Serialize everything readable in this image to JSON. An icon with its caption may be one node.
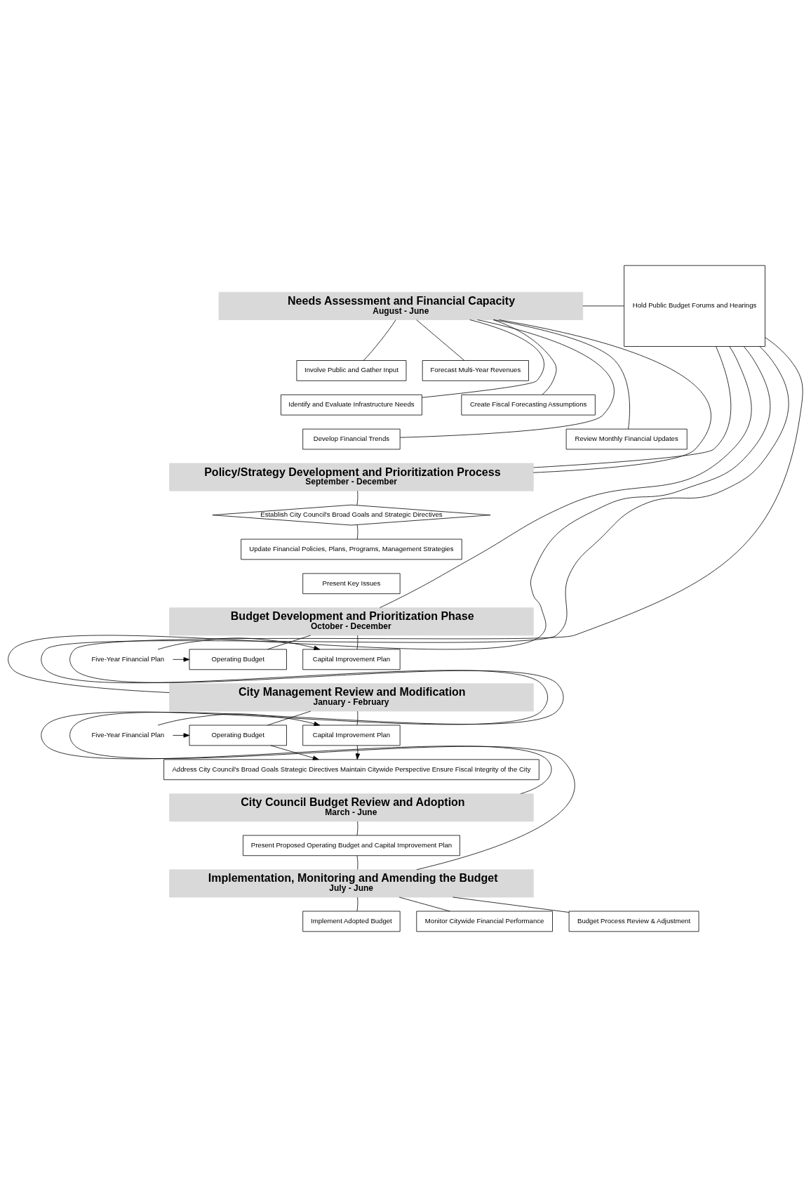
{
  "diagram": {
    "nodes": [
      {
        "text": [
          "Needs Assessment and Financial Capacity",
          "August - June"
        ]
      },
      {
        "text": [
          "Involve Public and Gather Input"
        ]
      },
      {
        "text": [
          "Forecast Multi-Year Revenues"
        ]
      },
      {
        "text": [
          "Identify and Evaluate Infrastructure Needs"
        ]
      },
      {
        "text": [
          "Create Fiscal Forecasting Assumptions"
        ]
      },
      {
        "text": [
          "Develop Financial Trends"
        ]
      },
      {
        "text": [
          "Review Monthly Financial Updates"
        ]
      },
      {
        "text": [
          "Policy/Strategy Development and Prioritization Process",
          "September - December"
        ]
      },
      {
        "text": [
          "Establish City Council's Broad Goals and Strategic Directives"
        ]
      },
      {
        "text": [
          "Update Financial Policies, Plans, Programs, Management Strategies"
        ]
      },
      {
        "text": [
          "Present Key Issues"
        ]
      },
      {
        "text": [
          "Budget Development and Prioritization Phase",
          "October - December"
        ]
      },
      {
        "text": [
          "Capital Improvement Plan"
        ]
      },
      {
        "text": [
          "Five-Year Financial Plan"
        ]
      },
      {
        "text": [
          "Operating Budget"
        ]
      },
      {
        "text": [
          "City Management Review and Modification",
          "January - February"
        ]
      },
      {
        "text": [
          "Capital Improvement Plan"
        ]
      },
      {
        "text": [
          "Five-Year Financial Plan"
        ]
      },
      {
        "text": [
          "Operating Budget"
        ]
      },
      {
        "text": [
          "Address City Council's Broad Goals Strategic Directives Maintain Citywide Perspective Ensure Fiscal Integrity of the City"
        ]
      },
      {
        "text": [
          "City Council Budget Review and Adoption",
          "March - June"
        ]
      },
      {
        "text": [
          "Present Proposed Operating Budget and Capital Improvement Plan"
        ]
      },
      {
        "text": [
          "Implementation, Monitoring and Amending the Budget",
          "July - June"
        ]
      },
      {
        "text": [
          "Implement Adopted Budget"
        ]
      },
      {
        "text": [
          "Monitor Citywide Financial Performance"
        ]
      },
      {
        "text": [
          "Budget Process Review & Adjustment"
        ]
      },
      {
        "text": [
          "Hold Public Budget Forums and Hearings"
        ]
      }
    ],
    "edges": [
      {
        "from": 0,
        "to": 1,
        "arrow": "none"
      },
      {
        "from": 0,
        "to": 2,
        "arrow": "none"
      },
      {
        "from": 0,
        "to": 3,
        "arrow": "none"
      },
      {
        "from": 0,
        "to": 4,
        "arrow": "none"
      },
      {
        "from": 0,
        "to": 5,
        "arrow": "none"
      },
      {
        "from": 0,
        "to": 6,
        "arrow": "none"
      },
      {
        "from": 0,
        "to": 7,
        "arrow": "none"
      },
      {
        "from": 7,
        "to": 8,
        "arrow": "none"
      },
      {
        "from": 8,
        "to": 9,
        "arrow": "none"
      },
      {
        "from": 11,
        "to": 12,
        "arrow": "none"
      },
      {
        "from": 11,
        "to": 14,
        "arrow": "none"
      },
      {
        "from": 13,
        "to": 12,
        "arrow": "to"
      },
      {
        "from": 13,
        "to": 14,
        "arrow": "to"
      },
      {
        "from": 15,
        "to": 16,
        "arrow": "none"
      },
      {
        "from": 15,
        "to": 18,
        "arrow": "none"
      },
      {
        "from": 17,
        "to": 16,
        "arrow": "to"
      },
      {
        "from": 17,
        "to": 18,
        "arrow": "to"
      },
      {
        "from": 16,
        "to": 19,
        "arrow": "to"
      },
      {
        "from": 18,
        "to": 19,
        "arrow": "to"
      },
      {
        "from": 20,
        "to": 21,
        "arrow": "none"
      },
      {
        "from": 21,
        "to": 22,
        "arrow": "none"
      },
      {
        "from": 22,
        "to": 23,
        "arrow": "none"
      },
      {
        "from": 22,
        "to": 24,
        "arrow": "none"
      },
      {
        "from": 22,
        "to": 25,
        "arrow": "none"
      },
      {
        "from": 0,
        "to": 26,
        "arrow": "none"
      },
      {
        "from": 7,
        "to": 26,
        "arrow": "none"
      },
      {
        "from": 11,
        "to": 26,
        "arrow": "none"
      },
      {
        "from": 15,
        "to": 26,
        "arrow": "none"
      },
      {
        "from": 20,
        "to": 26,
        "arrow": "none"
      },
      {
        "from": 22,
        "to": 26,
        "arrow": "none"
      }
    ]
  }
}
